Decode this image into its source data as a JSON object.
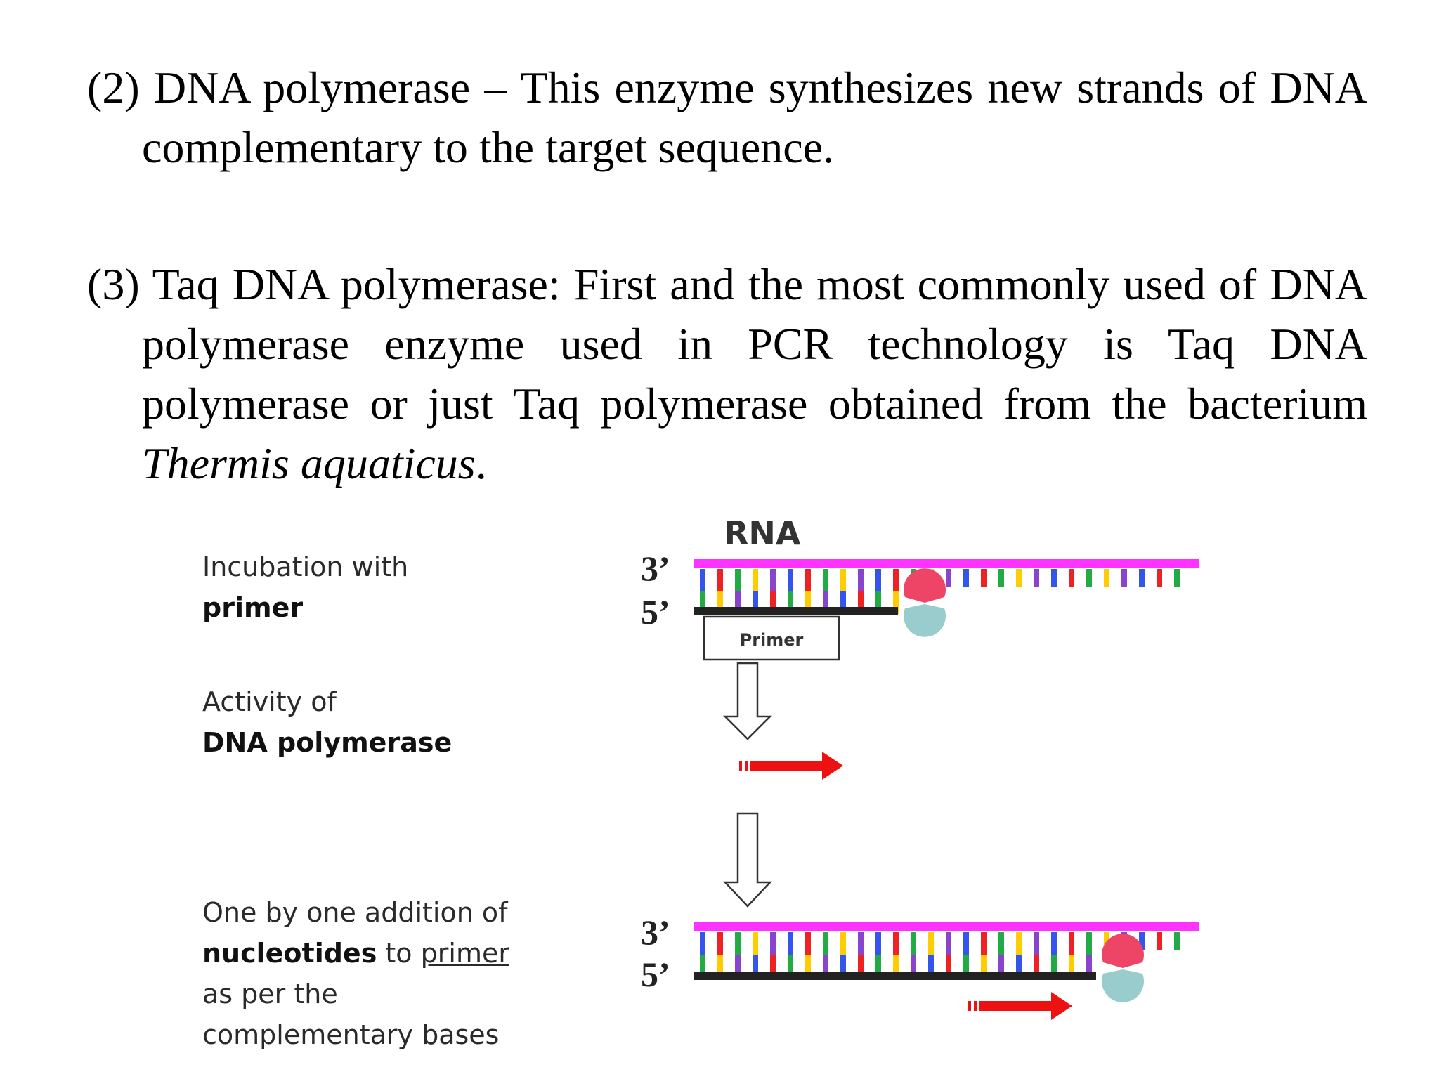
{
  "item2": {
    "lead": "(2) DNA polymerase – This enzyme synthesizes new strands of DNA complementary to the target sequence."
  },
  "item3": {
    "text_a": "(3) Taq DNA polymerase: First and the most commonly used of DNA polymerase enzyme used in PCR technology is Taq DNA polymerase or just Taq polymerase obtained from the bacterium ",
    "species": "Thermis aquaticus",
    "period": "."
  },
  "figure": {
    "step1": {
      "line1": "Incubation with",
      "line2_bold": "primer"
    },
    "step2": {
      "line1": "Activity of",
      "line2_bold": "DNA polymerase"
    },
    "step3": {
      "line1": "One by one addition of",
      "line2_bold": "nucleotides",
      "line2_mid": " to ",
      "line2_under": "primer",
      "line3": "as per the",
      "line4": "complementary bases"
    },
    "rna_label": "RNA",
    "end_3": "3’",
    "end_5": "5’",
    "primer_label": "Primer",
    "colors": {
      "rna_strand": "#ff33ff",
      "dna_strand": "#222222",
      "arrow": "#ee1111",
      "bases": [
        "#3355ee",
        "#ee2222",
        "#22aa44",
        "#ffcc00",
        "#8844cc"
      ],
      "polymerase_top": "#ee4466",
      "polymerase_bottom": "#99cccc"
    }
  }
}
